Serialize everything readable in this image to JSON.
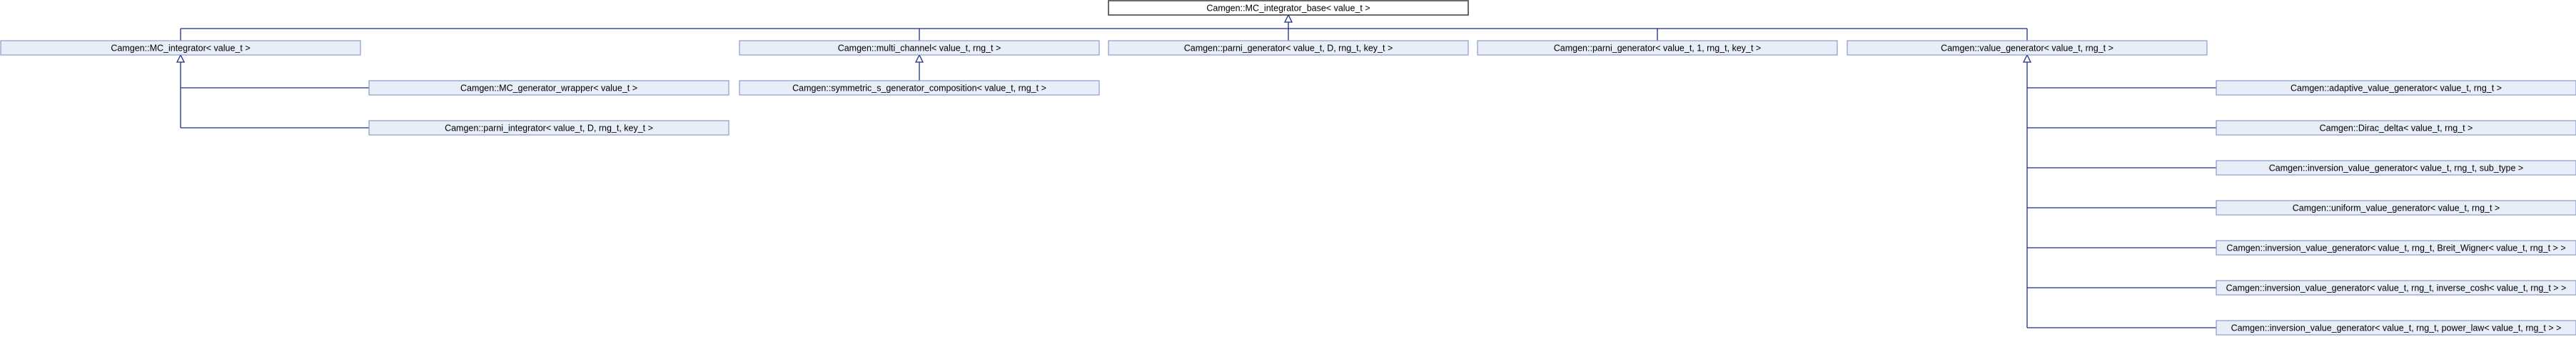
{
  "diagram": {
    "root": "Camgen::MC_integrator_base< value_t >",
    "groups": [
      {
        "label": "Camgen::MC_integrator< value_t >",
        "children": [
          "Camgen::MC_generator_wrapper< value_t >",
          "Camgen::parni_integrator< value_t, D, rng_t, key_t >"
        ]
      },
      {
        "label": "Camgen::multi_channel< value_t, rng_t >",
        "children": [
          "Camgen::symmetric_s_generator_composition< value_t, rng_t >"
        ]
      },
      {
        "label": "Camgen::parni_generator< value_t, D, rng_t, key_t >",
        "children": []
      },
      {
        "label": "Camgen::parni_generator< value_t, 1, rng_t, key_t >",
        "children": []
      },
      {
        "label": "Camgen::value_generator< value_t, rng_t >",
        "children": [
          "Camgen::adaptive_value_generator< value_t, rng_t >",
          "Camgen::Dirac_delta< value_t, rng_t >",
          "Camgen::inversion_value_generator< value_t, rng_t, sub_type >",
          "Camgen::uniform_value_generator< value_t, rng_t >",
          "Camgen::inversion_value_generator< value_t, rng_t, Breit_Wigner< value_t, rng_t > >",
          "Camgen::inversion_value_generator< value_t, rng_t, inverse_cosh< value_t, rng_t > >",
          "Camgen::inversion_value_generator< value_t, rng_t, power_law< value_t, rng_t > >"
        ]
      }
    ]
  }
}
